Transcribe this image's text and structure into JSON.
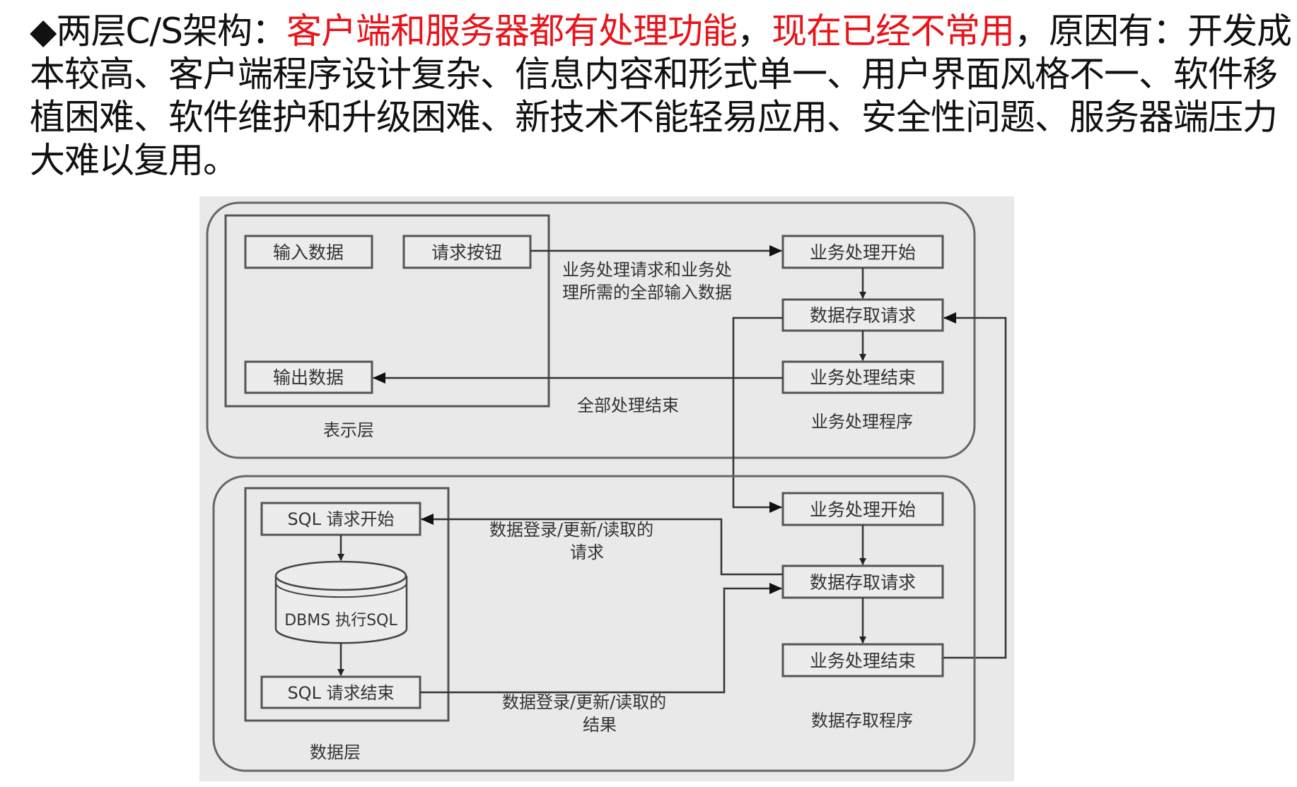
{
  "paragraph": {
    "bullet": "◆",
    "lead": "两层C/S架构：",
    "red1": "客户端和服务器都有处理功能",
    "sep": "，",
    "red2": "现在已经不常用",
    "rest": "，原因有：开发成本较高、客户端程序设计复杂、信息内容和形式单一、用户界面风格不一、软件移植困难、软件维护和升级困难、新技术不能轻易应用、安全性问题、服务器端压力大难以复用。"
  },
  "diagram": {
    "top": {
      "input": "输入数据",
      "request_button": "请求按钮",
      "output": "输出数据",
      "layer_label": "表示层",
      "biz_start": "业务处理开始",
      "data_access": "数据存取请求",
      "biz_end": "业务处理结束",
      "program_label": "业务处理程序",
      "req_label_1": "业务处理请求和业务处",
      "req_label_2": "理所需的全部输入数据",
      "end_label": "全部处理结束"
    },
    "bottom": {
      "sql_start": "SQL 请求开始",
      "dbms": "DBMS 执行SQL",
      "sql_end": "SQL 请求结束",
      "layer_label": "数据层",
      "biz_start": "业务处理开始",
      "data_access": "数据存取请求",
      "biz_end": "业务处理结束",
      "program_label": "数据存取程序",
      "req_label_1": "数据登录/更新/读取的",
      "req_label_2": "请求",
      "res_label_1": "数据登录/更新/读取的",
      "res_label_2": "结果"
    }
  }
}
